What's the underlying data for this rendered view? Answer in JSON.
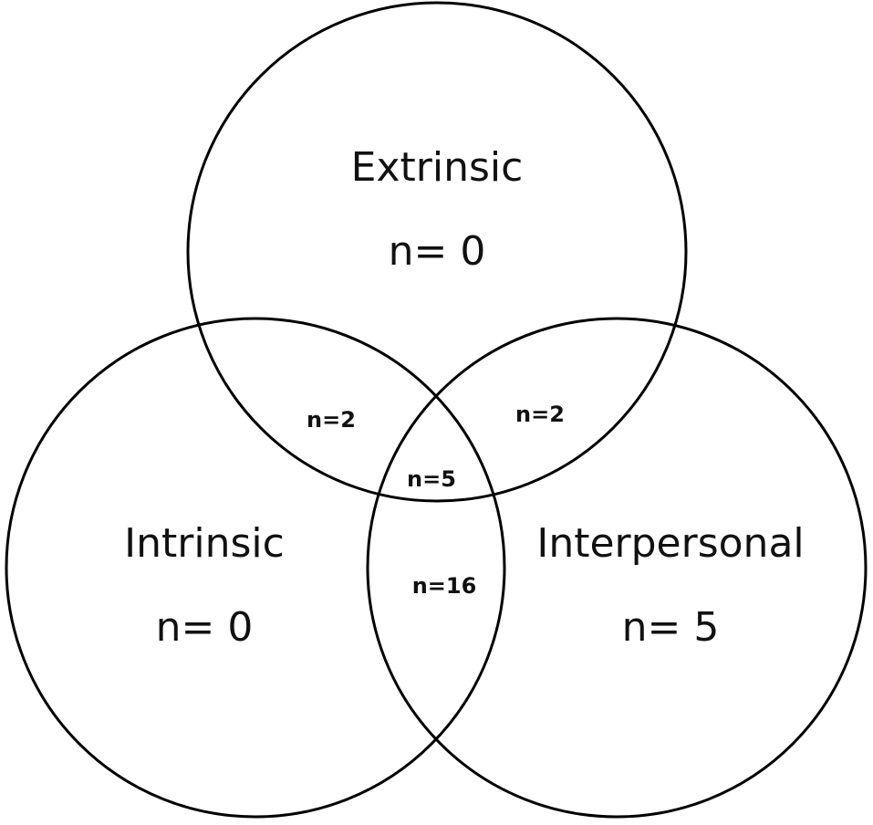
{
  "sets": {
    "extrinsic": {
      "label": "Extrinsic",
      "count": "n= 0"
    },
    "intrinsic": {
      "label": "Intrinsic",
      "count": "n= 0"
    },
    "interpersonal": {
      "label": "Interpersonal",
      "count": "n= 5"
    }
  },
  "overlaps": {
    "extrinsic_intrinsic": "n=2",
    "extrinsic_interpersonal": "n=2",
    "intrinsic_interpersonal": "n=16",
    "all_three": "n=5"
  },
  "colors": {
    "stroke": "#000000",
    "background": "#ffffff",
    "text": "#111111"
  }
}
